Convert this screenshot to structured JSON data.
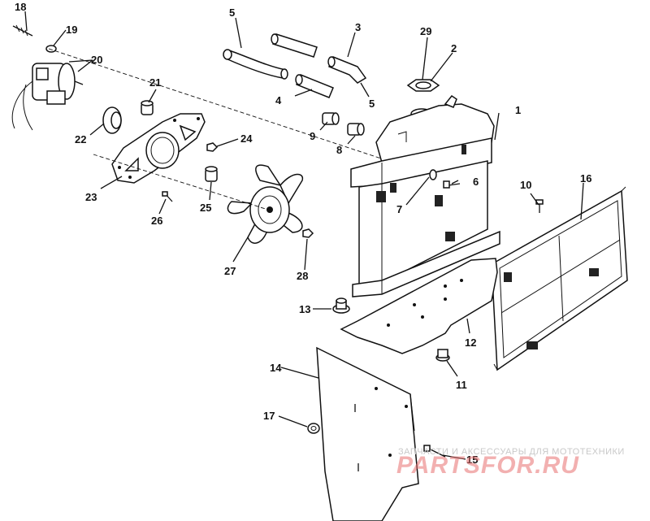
{
  "diagram": {
    "callouts": {
      "c1": "1",
      "c2": "2",
      "c3": "3",
      "c4": "4",
      "c5a": "5",
      "c5b": "5",
      "c6": "6",
      "c7": "7",
      "c8": "8",
      "c9": "9",
      "c10": "10",
      "c11": "11",
      "c12": "12",
      "c13": "13",
      "c14": "14",
      "c15": "15",
      "c16": "16",
      "c17": "17",
      "c18": "18",
      "c19": "19",
      "c20": "20",
      "c21": "21",
      "c22": "22",
      "c23": "23",
      "c24": "24",
      "c25": "25",
      "c26": "26",
      "c27": "27",
      "c28": "28",
      "c29": "29"
    }
  },
  "watermark": {
    "subtitle": "ЗАПЧАСТИ И АКСЕССУАРЫ ДЛЯ МОТОТЕХНИКИ",
    "logo": "PARTSFOR.RU"
  }
}
